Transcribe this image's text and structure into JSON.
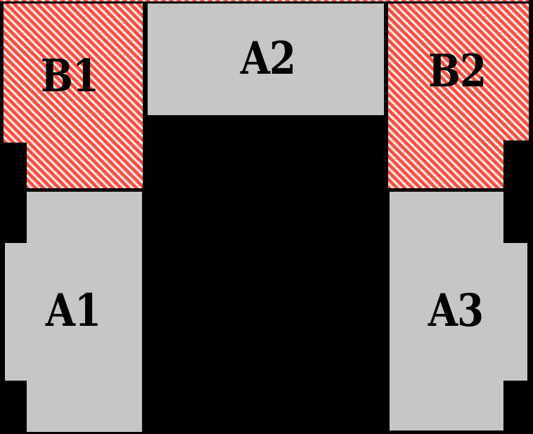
{
  "figure": {
    "description": "Floor-plan style zone diagram on black background with three solid gray rooms and two red-hatched rooms",
    "regions": [
      {
        "id": "B1",
        "label": "B1",
        "fill": "red-white-diagonal-hatch",
        "position": "top-left"
      },
      {
        "id": "A2",
        "label": "A2",
        "fill": "solid-gray",
        "position": "top-center"
      },
      {
        "id": "B2",
        "label": "B2",
        "fill": "red-white-diagonal-hatch",
        "position": "top-right"
      },
      {
        "id": "A1",
        "label": "A1",
        "fill": "solid-gray",
        "position": "bottom-left"
      },
      {
        "id": "A3",
        "label": "A3",
        "fill": "solid-gray",
        "position": "bottom-right"
      }
    ],
    "colors": {
      "background": "#000000",
      "room_gray": "#c6c6c6",
      "hatch_red": "#f4493c",
      "hatch_white": "#ffffff",
      "label_text": "#000000"
    }
  }
}
